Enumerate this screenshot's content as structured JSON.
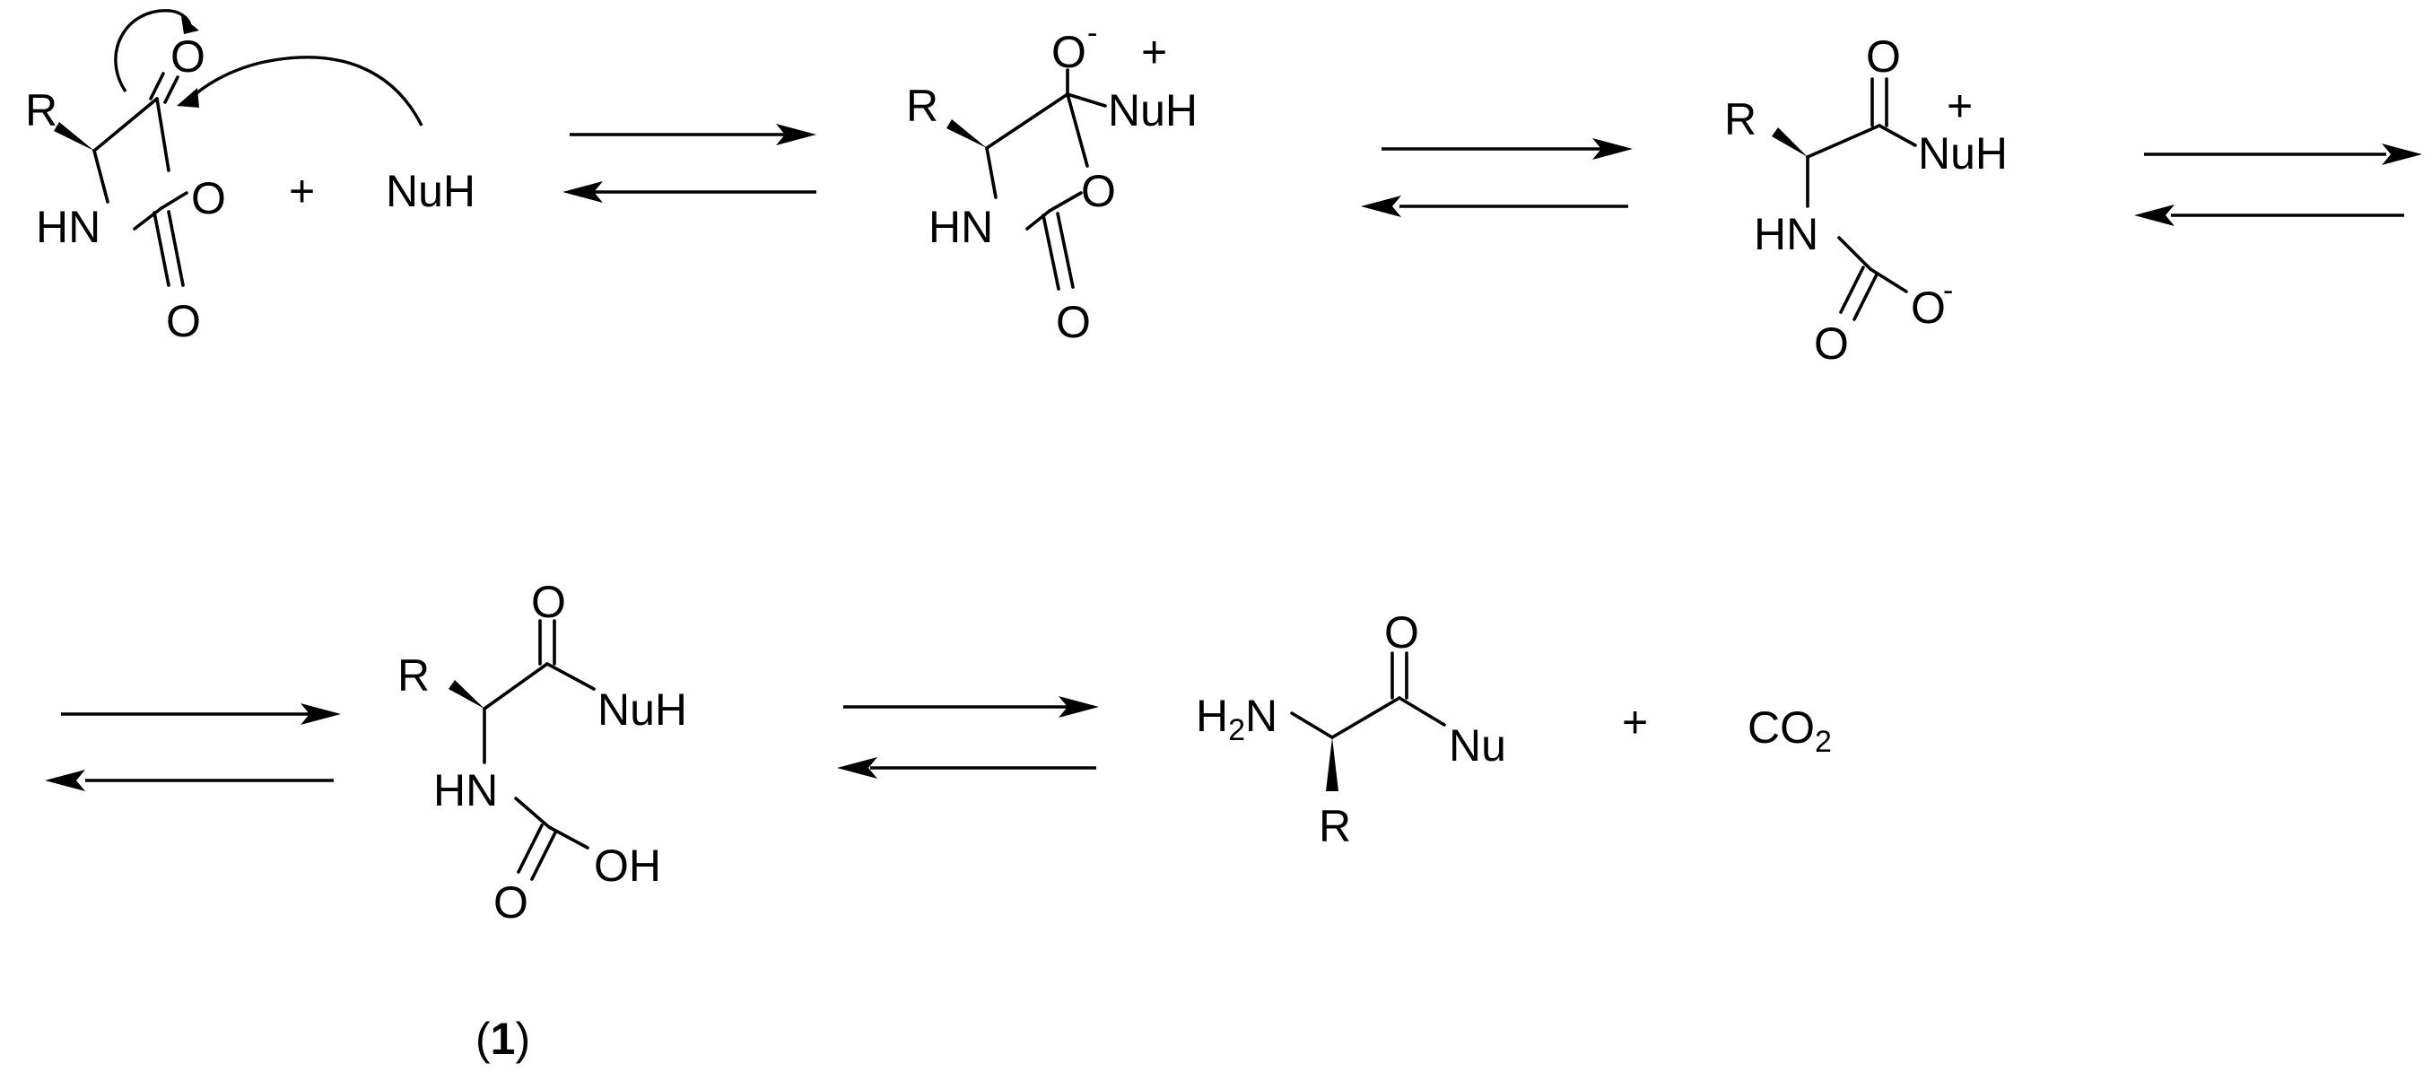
{
  "scheme": {
    "reactant": {
      "sidechain": "R",
      "ring_nh": "HN",
      "ring_o": "O",
      "carbonyl_o_top": "O",
      "carbonyl_o_bottom": "O"
    },
    "plus_1": "+",
    "nucleophile": "NuH",
    "intermediate_1": {
      "sidechain": "R",
      "ring_nh": "HN",
      "ring_o": "O",
      "carbonyl_o": "O",
      "alkoxide": "O",
      "alkoxide_charge": "-",
      "cation_charge": "+",
      "nuh": "NuH"
    },
    "intermediate_2": {
      "sidechain": "R",
      "carbonyl_o": "O",
      "cation_charge": "+",
      "nuh": "NuH",
      "nh": "HN",
      "carbamate_o": "O",
      "carbamate_o_minus": "O",
      "carbamate_charge": "-"
    },
    "carbamic_acid": {
      "sidechain": "R",
      "carbonyl_o": "O",
      "nuh": "NuH",
      "nh": "HN",
      "carbamate_o": "O",
      "oh": "OH",
      "label_open": "(",
      "label_number": "1",
      "label_close": ")"
    },
    "product": {
      "amine_h": "H",
      "amine_sub": "2",
      "amine_n": "N",
      "carbonyl_o": "O",
      "nu": "Nu",
      "sidechain": "R"
    },
    "plus_2": "+",
    "co2": {
      "main": "CO",
      "sub": "2"
    }
  }
}
